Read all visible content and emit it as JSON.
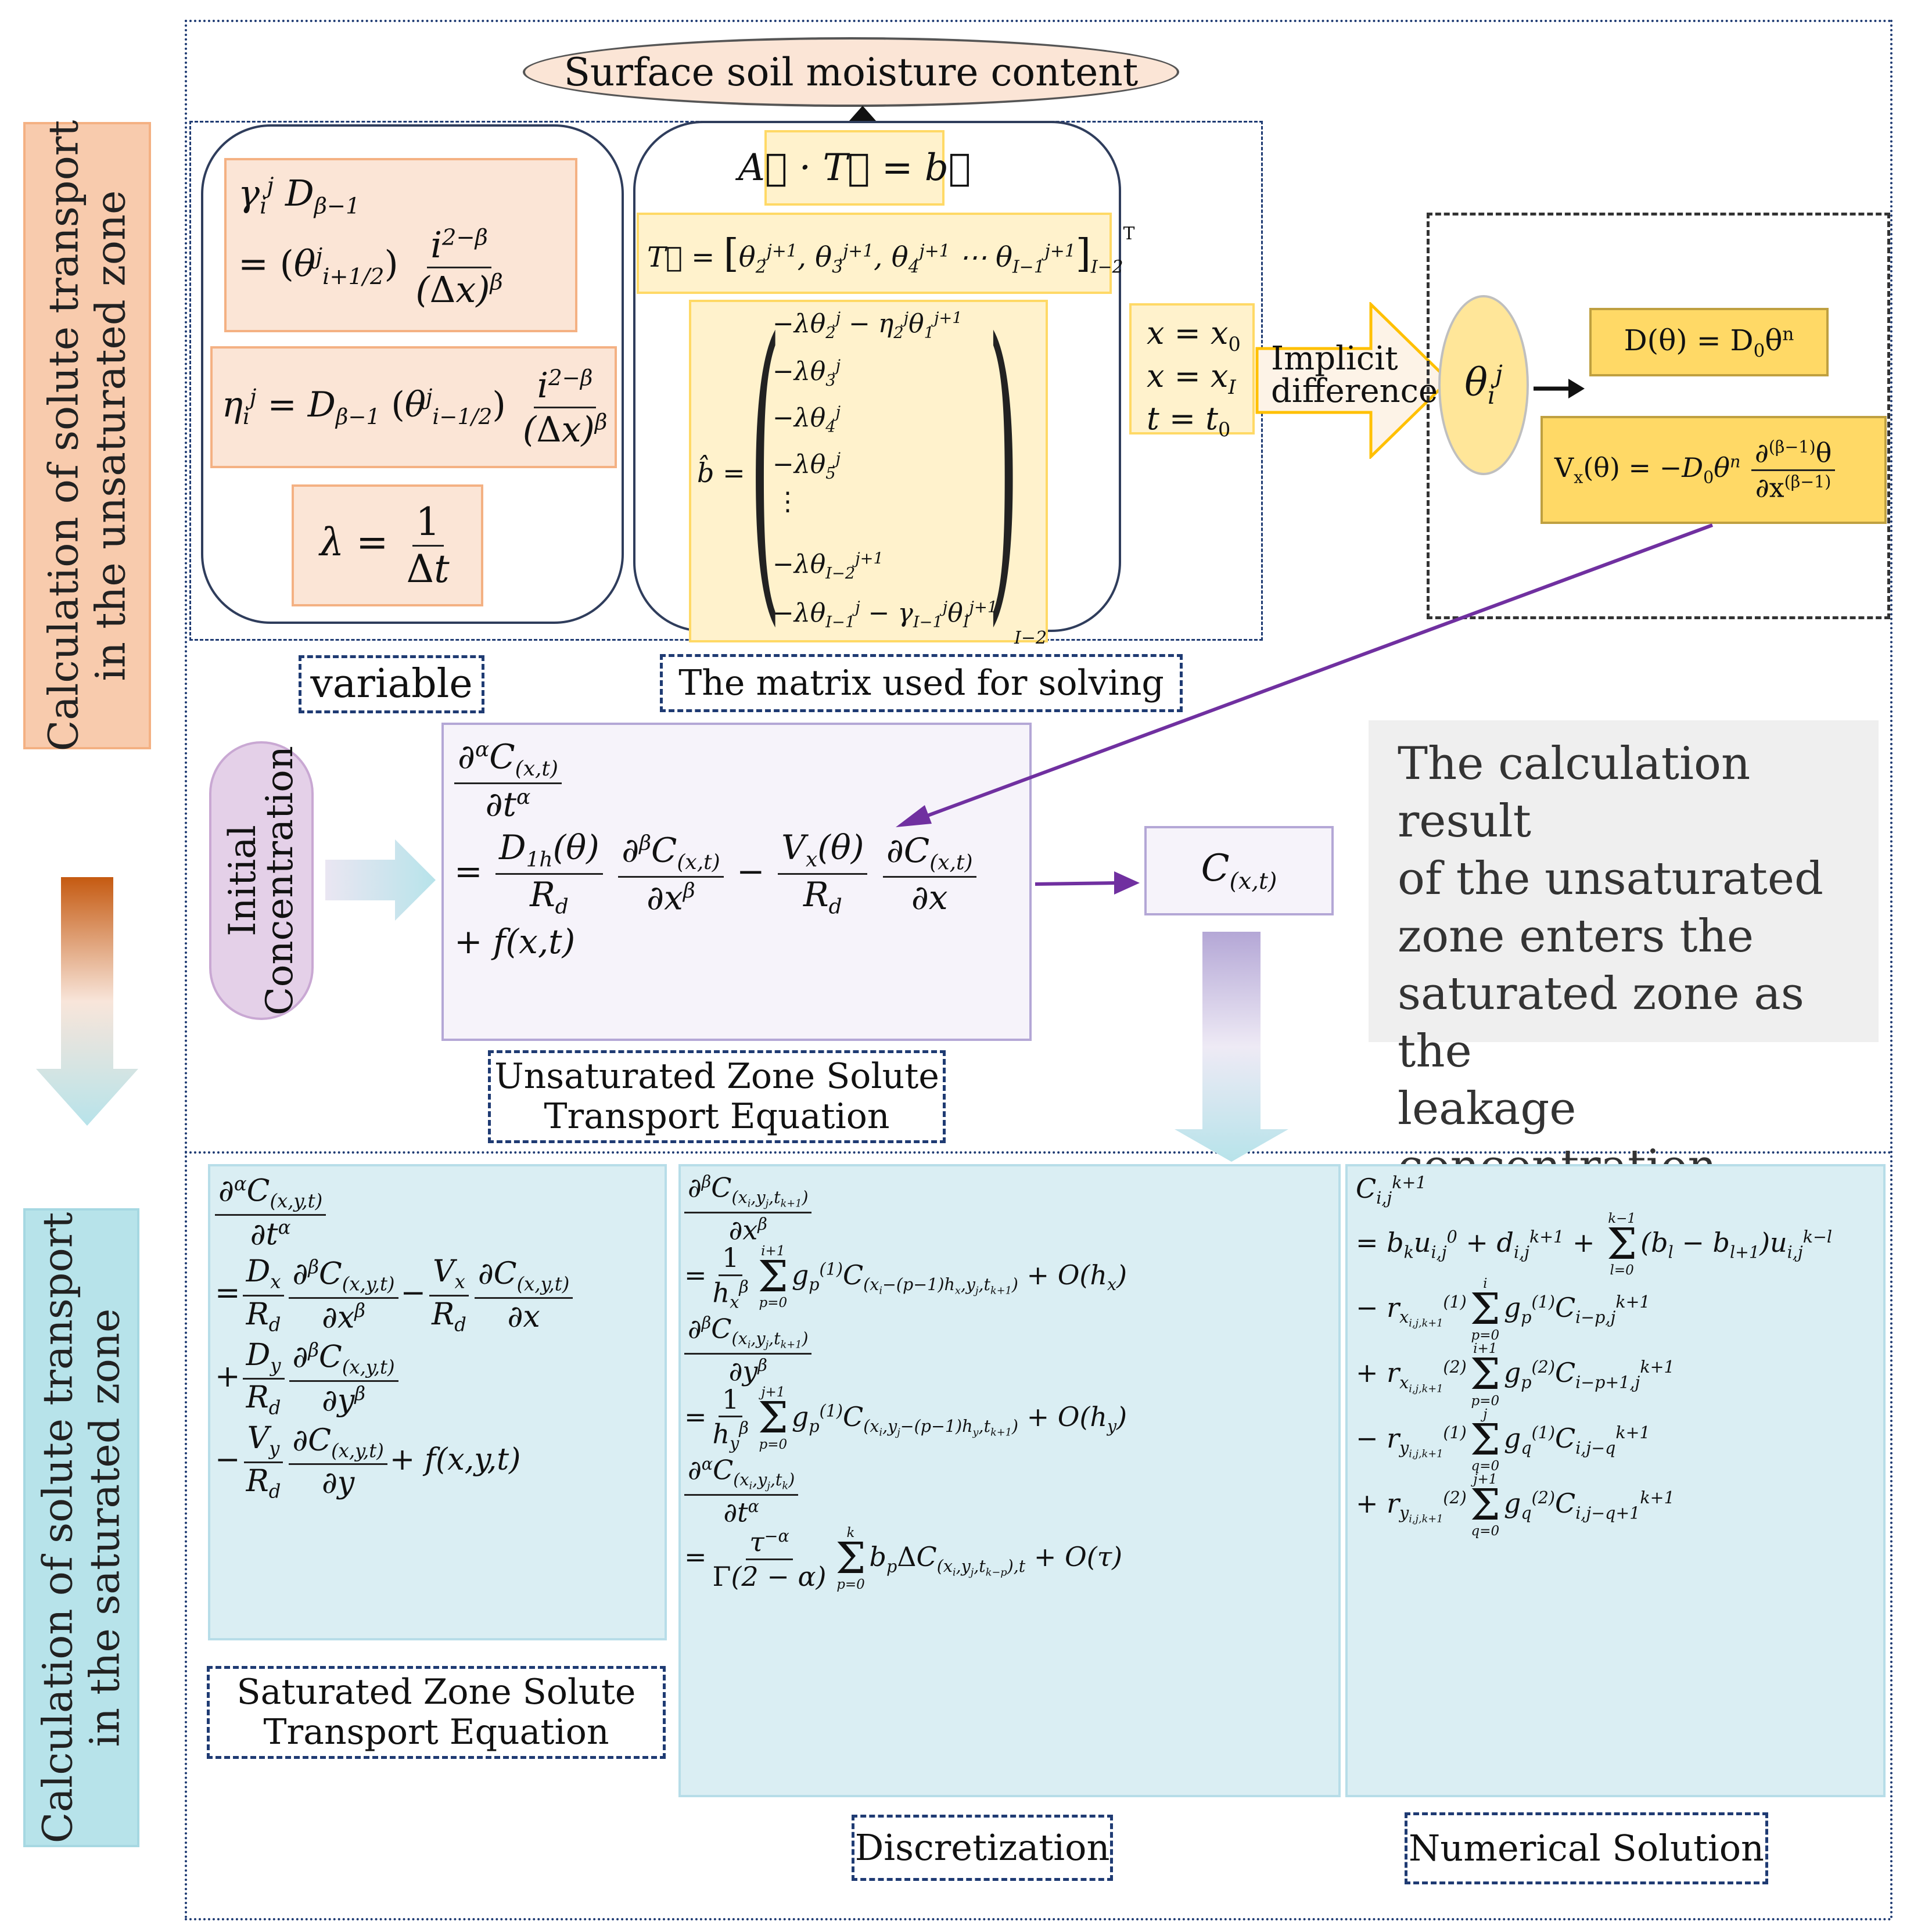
{
  "side_labels": {
    "unsaturated": [
      "Calculation of solute transport",
      "in the unsaturated zone"
    ],
    "saturated": [
      "Calculation of solute transport",
      "in the saturated zone"
    ]
  },
  "top_ellipse": "Surface soil  moisture content",
  "labels": {
    "variable": "variable",
    "matrix": "The matrix used for solving",
    "implicit": [
      "Implicit",
      "difference"
    ],
    "initial": [
      "Initial",
      "Concentration"
    ],
    "unsat_eq": [
      "Unsaturated Zone Solute",
      "Transport Equation"
    ],
    "sat_eq": [
      "Saturated Zone Solute",
      "Transport Equation"
    ],
    "discretization": "Discretization",
    "numerical": "Numerical Solution"
  },
  "result_text": [
    "The calculation result",
    "of the unsaturated",
    "zone enters the",
    "saturated zone as the",
    "leakage concentration."
  ],
  "boundary": [
    "x = x",
    "x = x",
    "t = t"
  ],
  "colors": {
    "orange_fill": "#fbe5d6",
    "orange_border": "#f4b183",
    "yellow_fill": "#fff2cc",
    "gold_fill": "#ffd966",
    "blue_fill": "#daeef3",
    "lavender_fill": "#f6f3fa",
    "pink_fill": "#e4d0e8",
    "grey_fill": "#efefef",
    "dash_blue": "#1f3b73",
    "arrow_purple": "#7030a0"
  }
}
